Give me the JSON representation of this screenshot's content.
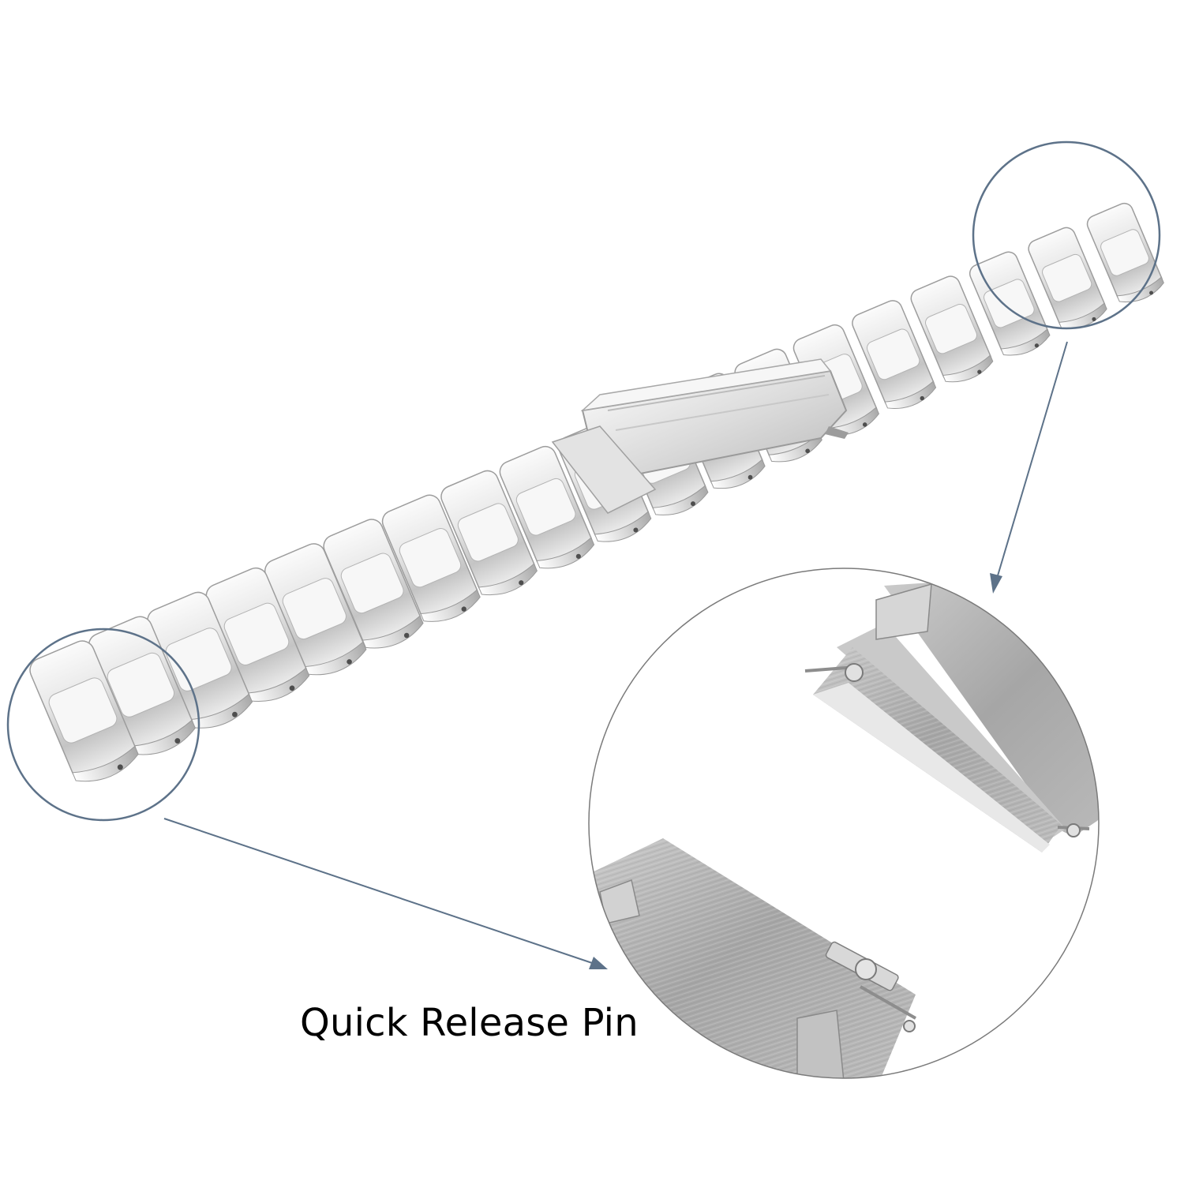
{
  "caption": {
    "label": "Quick Release Pin"
  },
  "colors": {
    "callout": "#5d7289",
    "steel_light": "#f4f4f4",
    "steel_mid": "#cfcfcf",
    "steel_dark": "#8e8e8e",
    "brushed": "#b3b3b3"
  },
  "icons": {
    "band": "stainless-steel-link-band",
    "clasp": "butterfly-clasp",
    "detail": "quick-release-pin-closeup"
  }
}
